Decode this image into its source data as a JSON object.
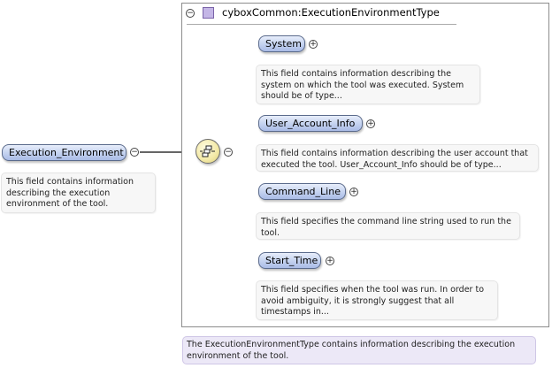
{
  "root_element": {
    "name": "Execution_Environment",
    "doc": "This field contains information describing the execution environment of the tool."
  },
  "type": {
    "title": "cyboxCommon:ExecutionEnvironmentType",
    "doc": "The ExecutionEnvironmentType contains information describing the execution environment of the tool."
  },
  "children": [
    {
      "name": "System",
      "doc": "This field contains information describing the system on which the tool was executed. System should be of type..."
    },
    {
      "name": "User_Account_Info",
      "doc": "This field contains information describing the user account that executed the tool. User_Account_Info should be of type..."
    },
    {
      "name": "Command_Line",
      "doc": "This field specifies the command line string used to run the tool."
    },
    {
      "name": "Start_Time",
      "doc": "This field specifies when the tool was run. In order to avoid ambiguity, it is strongly suggest that all timestamps in..."
    }
  ],
  "symbols": {
    "collapse": "−",
    "expand": "+"
  },
  "colors": {
    "pill_border": "#5b6b8c",
    "type_icon": "#c4b6e6",
    "type_doc_bg": "#ece8f7",
    "sequence_fill": "#f3e9a6"
  }
}
